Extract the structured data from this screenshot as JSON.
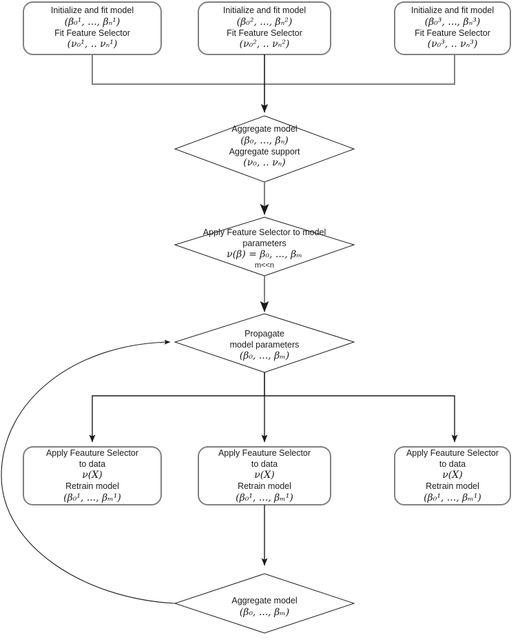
{
  "diagram": {
    "title": "Federated feature-selection model aggregation flowchart",
    "colors": {
      "box_border": "#808080",
      "diamond_border": "#1a1a1a",
      "box_connector": "#808080",
      "diamond_connector": "#1a1a1a",
      "text": "#1a1a1a",
      "background": "#ffffff"
    },
    "nodes": {
      "init1": {
        "shape": "rounded-rect",
        "lines": [
          {
            "type": "plain",
            "text": "Initialize and fit model"
          },
          {
            "type": "math",
            "text": "(β₀¹, ..., βₙ¹)"
          },
          {
            "type": "plain",
            "text": "Fit Feature Selector"
          },
          {
            "type": "math",
            "text": "(ν₀¹, .. νₙ¹)"
          }
        ]
      },
      "init2": {
        "shape": "rounded-rect",
        "lines": [
          {
            "type": "plain",
            "text": "Initialize and fit model"
          },
          {
            "type": "math",
            "text": "(β₀², ..., βₙ²)"
          },
          {
            "type": "plain",
            "text": "Fit Feature Selector"
          },
          {
            "type": "math",
            "text": "(ν₀², .. νₙ²)"
          }
        ]
      },
      "init3": {
        "shape": "rounded-rect",
        "lines": [
          {
            "type": "plain",
            "text": "Initialize and fit model"
          },
          {
            "type": "math",
            "text": "(β₀³, ..., βₙ³)"
          },
          {
            "type": "plain",
            "text": "Fit Feature Selector"
          },
          {
            "type": "math",
            "text": "(ν₀³, .. νₙ³)"
          }
        ]
      },
      "aggregate_model_top": {
        "shape": "diamond",
        "lines": [
          {
            "type": "plain",
            "text": "Aggregate model"
          },
          {
            "type": "math",
            "text": "(β₀, ..., βₙ)"
          },
          {
            "type": "plain",
            "text": "Aggregate support"
          },
          {
            "type": "math",
            "text": "(ν₀, .. νₙ)"
          }
        ]
      },
      "apply_selector_params": {
        "shape": "diamond",
        "lines": [
          {
            "type": "plain",
            "text": "Apply Feature Selector to model"
          },
          {
            "type": "plain",
            "text": "parameters"
          },
          {
            "type": "math",
            "text": "ν(β) = β₀, ..., βₘ"
          },
          {
            "type": "small",
            "text": "m<<n"
          }
        ]
      },
      "propagate": {
        "shape": "diamond",
        "lines": [
          {
            "type": "plain",
            "text": "Propagate"
          },
          {
            "type": "plain",
            "text": "model parameters"
          },
          {
            "type": "math",
            "text": "(β₀, ..., βₘ)"
          }
        ]
      },
      "retrain1": {
        "shape": "rounded-rect",
        "lines": [
          {
            "type": "plain",
            "text": "Apply Feauture Selector"
          },
          {
            "type": "plain",
            "text": "to data"
          },
          {
            "type": "math",
            "text": "ν(X)"
          },
          {
            "type": "plain",
            "text": "Retrain model"
          },
          {
            "type": "math",
            "text": "(β₀¹, ..., βₘ¹)"
          }
        ]
      },
      "retrain2": {
        "shape": "rounded-rect",
        "lines": [
          {
            "type": "plain",
            "text": "Apply Feauture Selector"
          },
          {
            "type": "plain",
            "text": "to data"
          },
          {
            "type": "math",
            "text": "ν(X)"
          },
          {
            "type": "plain",
            "text": "Retrain model"
          },
          {
            "type": "math",
            "text": "(β₀¹, ..., βₘ¹)"
          }
        ]
      },
      "retrain3": {
        "shape": "rounded-rect",
        "lines": [
          {
            "type": "plain",
            "text": "Apply Feauture Selector"
          },
          {
            "type": "plain",
            "text": "to data"
          },
          {
            "type": "math",
            "text": "ν(X)"
          },
          {
            "type": "plain",
            "text": "Retrain model"
          },
          {
            "type": "math",
            "text": "(β₀¹, ..., βₘ¹)"
          }
        ]
      },
      "aggregate_model_bottom": {
        "shape": "diamond",
        "lines": [
          {
            "type": "plain",
            "text": "Aggregate model"
          },
          {
            "type": "math",
            "text": "(β₀, ..., βₘ)"
          }
        ]
      }
    },
    "edges": [
      {
        "from": "init1",
        "to": "aggregate_model_top",
        "style": "orthogonal-merge"
      },
      {
        "from": "init2",
        "to": "aggregate_model_top",
        "style": "straight-down"
      },
      {
        "from": "init3",
        "to": "aggregate_model_top",
        "style": "orthogonal-merge"
      },
      {
        "from": "aggregate_model_top",
        "to": "apply_selector_params",
        "style": "straight-down"
      },
      {
        "from": "apply_selector_params",
        "to": "propagate",
        "style": "straight-down"
      },
      {
        "from": "propagate",
        "to": "retrain1",
        "style": "orthogonal-split"
      },
      {
        "from": "propagate",
        "to": "retrain2",
        "style": "straight-down"
      },
      {
        "from": "propagate",
        "to": "retrain3",
        "style": "orthogonal-split"
      },
      {
        "from": "retrain2",
        "to": "aggregate_model_bottom",
        "style": "straight-down"
      },
      {
        "from": "aggregate_model_bottom",
        "to": "propagate",
        "style": "curved-feedback"
      }
    ]
  }
}
